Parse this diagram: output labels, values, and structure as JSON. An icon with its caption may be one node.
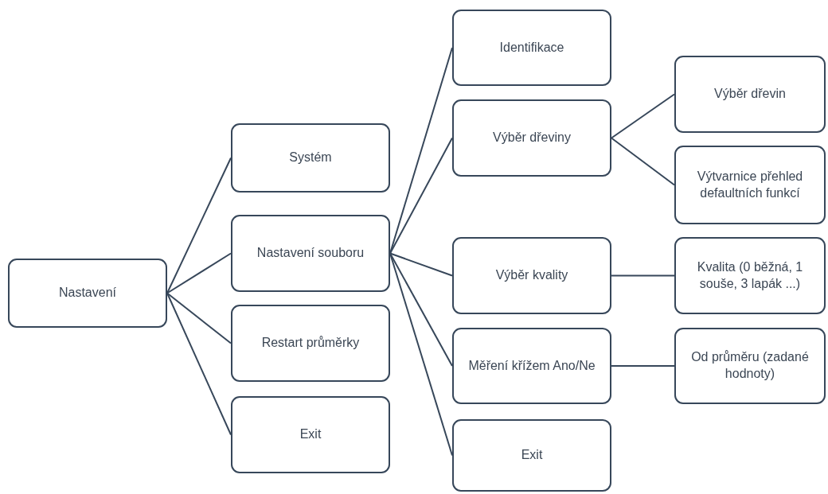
{
  "diagram": {
    "nodes": [
      {
        "text": [
          "Nastavení"
        ]
      },
      {
        "text": [
          "Systém"
        ]
      },
      {
        "text": [
          "Nastavení souboru"
        ]
      },
      {
        "text": [
          "Restart průměrky"
        ]
      },
      {
        "text": [
          "Exit"
        ]
      },
      {
        "text": [
          "Identifikace"
        ]
      },
      {
        "text": [
          "Výběr dřeviny"
        ]
      },
      {
        "text": [
          "Výběr kvality"
        ]
      },
      {
        "text": [
          "Měření křížem Ano/Ne"
        ]
      },
      {
        "text": [
          "Exit"
        ]
      },
      {
        "text": [
          "Výběr dřevin"
        ]
      },
      {
        "text": [
          "Výtvarnice přehled defaultních funkcí"
        ]
      },
      {
        "text": [
          "Kvalita (0 běžná, 1 souše, 3 lapák ...)"
        ]
      },
      {
        "text": [
          "Od průměru (zadané hodnoty)"
        ]
      }
    ],
    "edges": [
      {
        "from": 0,
        "to": 1,
        "arrow": "none"
      },
      {
        "from": 0,
        "to": 2,
        "arrow": "none"
      },
      {
        "from": 0,
        "to": 3,
        "arrow": "none"
      },
      {
        "from": 0,
        "to": 4,
        "arrow": "none"
      },
      {
        "from": 2,
        "to": 5,
        "arrow": "none"
      },
      {
        "from": 2,
        "to": 6,
        "arrow": "none"
      },
      {
        "from": 2,
        "to": 7,
        "arrow": "none"
      },
      {
        "from": 2,
        "to": 8,
        "arrow": "none"
      },
      {
        "from": 2,
        "to": 9,
        "arrow": "none"
      },
      {
        "from": 6,
        "to": 10,
        "arrow": "none"
      },
      {
        "from": 6,
        "to": 11,
        "arrow": "none"
      },
      {
        "from": 7,
        "to": 12,
        "arrow": "none"
      },
      {
        "from": 8,
        "to": 13,
        "arrow": "none"
      }
    ]
  }
}
